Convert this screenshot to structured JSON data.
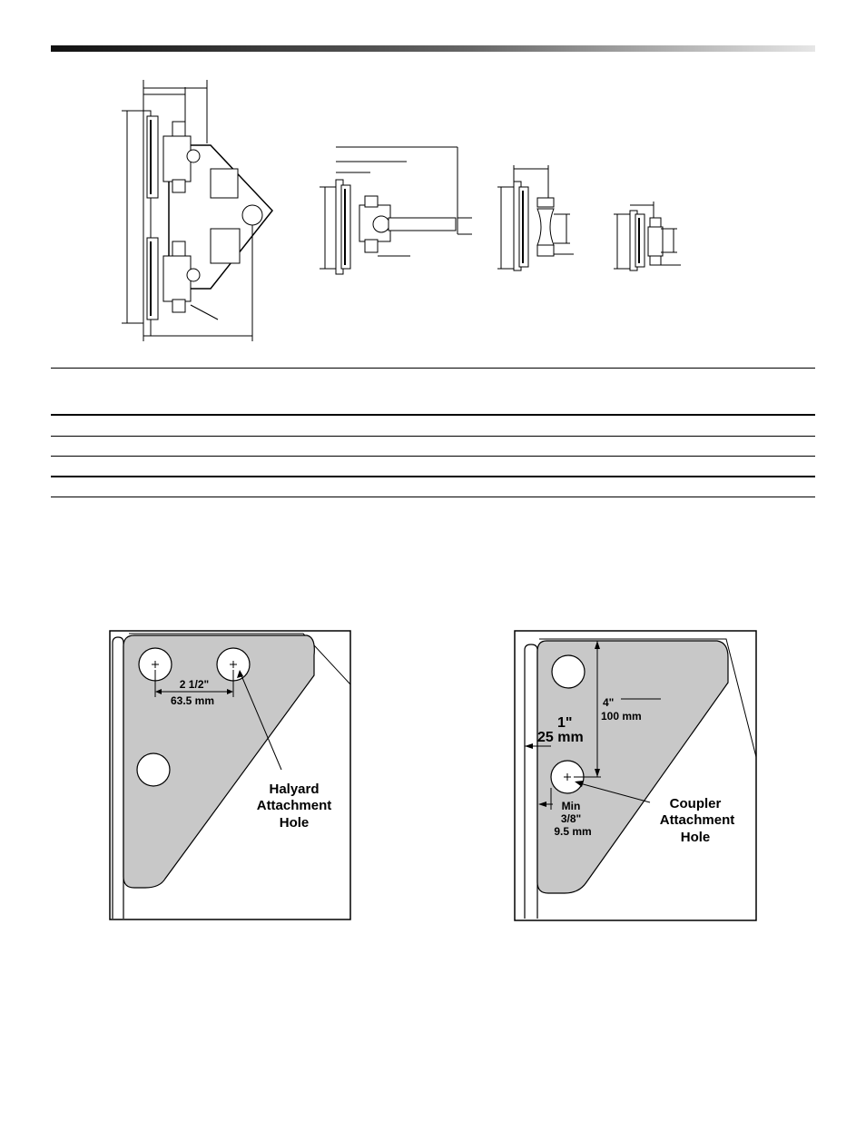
{
  "halyard_detail": {
    "spacing_imperial": "2 1/2\"",
    "spacing_metric": "63.5 mm",
    "callout_line1": "Halyard",
    "callout_line2": "Attachment",
    "callout_line3": "Hole"
  },
  "coupler_detail": {
    "height_imperial": "4\"",
    "height_metric": "100 mm",
    "offset_imperial": "1\"",
    "offset_metric": "25 mm",
    "min_label": "Min",
    "min_imperial": "3/8\"",
    "min_metric": "9.5 mm",
    "callout_line1": "Coupler",
    "callout_line2": "Attachment",
    "callout_line3": "Hole"
  }
}
